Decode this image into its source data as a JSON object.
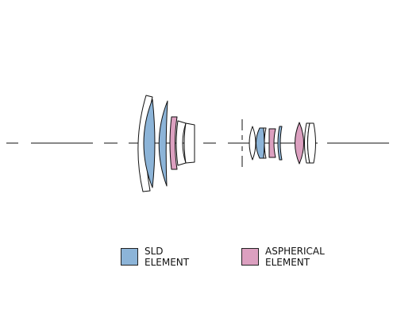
{
  "colors": {
    "sld": "#8cb4d8",
    "aspherical": "#dca0c0",
    "line": "#111111",
    "plain_lens": "#ffffff"
  },
  "legend": [
    {
      "key": "sld",
      "line1": "SLD",
      "line2": "ELEMENT",
      "color": "#8cb4d8"
    },
    {
      "key": "aspherical",
      "line1": "ASPHERICAL",
      "line2": "ELEMENT",
      "color": "#dca0c0"
    }
  ]
}
